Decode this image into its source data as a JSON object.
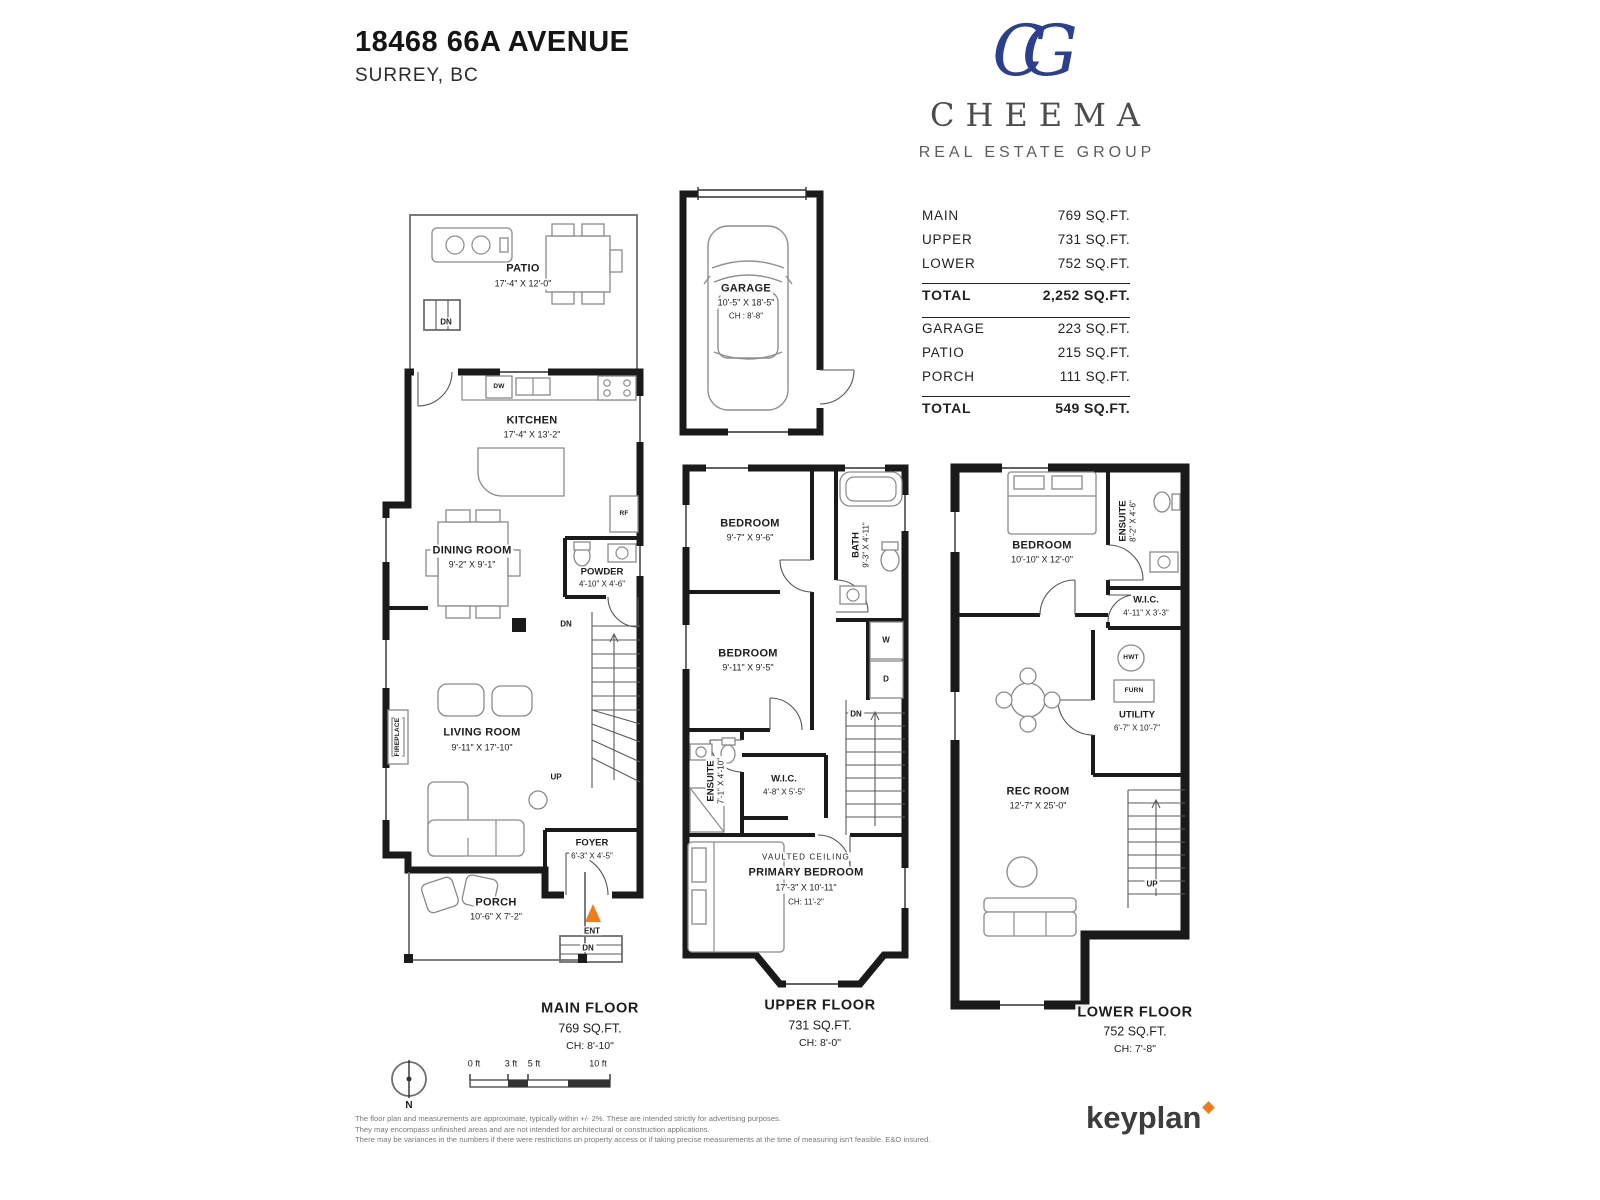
{
  "header": {
    "address": "18468 66A AVENUE",
    "city": "SURREY, BC"
  },
  "brand": {
    "monogram_c": "C",
    "monogram_g": "G",
    "name": "CHEEMA",
    "subtitle": "REAL ESTATE GROUP"
  },
  "colors": {
    "wall": "#1a1a1a",
    "brand_navy": "#2c3f8e",
    "accent_orange": "#ee7d18"
  },
  "area_table": {
    "rows_floors": [
      {
        "label": "MAIN",
        "value": "769 SQ.FT."
      },
      {
        "label": "UPPER",
        "value": "731 SQ.FT."
      },
      {
        "label": "LOWER",
        "value": "752 SQ.FT."
      }
    ],
    "total_floors": {
      "label": "TOTAL",
      "value": "2,252 SQ.FT."
    },
    "rows_extras": [
      {
        "label": "GARAGE",
        "value": "223 SQ.FT."
      },
      {
        "label": "PATIO",
        "value": "215 SQ.FT."
      },
      {
        "label": "PORCH",
        "value": "111 SQ.FT."
      }
    ],
    "total_extras": {
      "label": "TOTAL",
      "value": "549 SQ.FT."
    }
  },
  "garage": {
    "name": "GARAGE",
    "dims": "10'-5\" X 18'-5\"",
    "ch": "CH : 8'-8\""
  },
  "main_floor": {
    "rooms": {
      "patio": {
        "name": "PATIO",
        "dims": "17'-4\" X 12'-0\""
      },
      "kitchen": {
        "name": "KITCHEN",
        "dims": "17'-4\" X 13'-2\""
      },
      "dining": {
        "name": "DINING ROOM",
        "dims": "9'-2\" X 9'-1\""
      },
      "powder": {
        "name": "POWDER",
        "dims": "4'-10\" X 4'-6\""
      },
      "living": {
        "name": "LIVING ROOM",
        "dims": "9'-11\" X 17'-10\""
      },
      "foyer": {
        "name": "FOYER",
        "dims": "6'-3\" X 4'-5\""
      },
      "porch": {
        "name": "PORCH",
        "dims": "10'-6\" X 7'-2\""
      }
    },
    "caption": {
      "name": "MAIN FLOOR",
      "area": "769 SQ.FT.",
      "ch": "CH: 8'-10\""
    }
  },
  "upper_floor": {
    "rooms": {
      "bedroom1": {
        "name": "BEDROOM",
        "dims": "9'-7\" X 9'-6\""
      },
      "bath": {
        "name": "BATH",
        "dims": "9'-3\" X 4'-11\""
      },
      "bedroom2": {
        "name": "BEDROOM",
        "dims": "9'-11\" X 9'-5\""
      },
      "ensuite": {
        "name": "ENSUITE",
        "dims": "7'-1\" X 4'-10\""
      },
      "wic": {
        "name": "W.I.C.",
        "dims": "4'-8\" X 5'-5\""
      },
      "primary": {
        "note": "VAULTED CEILING",
        "name": "PRIMARY BEDROOM",
        "dims": "17'-3\" X 10'-11\"",
        "ch": "CH: 11'-2\""
      }
    },
    "caption": {
      "name": "UPPER FLOOR",
      "area": "731 SQ.FT.",
      "ch": "CH: 8'-0\""
    }
  },
  "lower_floor": {
    "rooms": {
      "bedroom": {
        "name": "BEDROOM",
        "dims": "10'-10\" X 12'-0\""
      },
      "ensuite": {
        "name": "ENSUITE",
        "dims": "8'-2\" X 4'-6\""
      },
      "wic": {
        "name": "W.I.C.",
        "dims": "4'-11\" X 3'-3\""
      },
      "utility": {
        "name": "UTILITY",
        "dims": "6'-7\" X 10'-7\""
      },
      "rec": {
        "name": "REC ROOM",
        "dims": "12'-7\" X 25'-0\""
      }
    },
    "caption": {
      "name": "LOWER FLOOR",
      "area": "752 SQ.FT.",
      "ch": "CH: 7'-8\""
    }
  },
  "markers": {
    "dn": "DN",
    "up": "UP",
    "ent": "ENT",
    "dw": "DW",
    "rf": "RF",
    "w": "W",
    "d": "D",
    "hwt": "HWT",
    "furn": "FURN",
    "fireplace": "FIREPLACE",
    "north": "N"
  },
  "scale_bar": {
    "t0": "0 ft",
    "t3": "3 ft",
    "t5": "5 ft",
    "t10": "10 ft"
  },
  "footer": {
    "disclaimer1": "The floor plan and measurements are approximate, typically within +/- 2%. These are intended strictly for advertising purposes.",
    "disclaimer2": "They may encompass unfinished areas and are not intended for architectural or construction applications.",
    "disclaimer3": "There may be variances in the numbers if there were restrictions on property access or if taking precise measurements at the time of measuring isn't feasible. E&O insured.",
    "logo": "keyplan"
  }
}
